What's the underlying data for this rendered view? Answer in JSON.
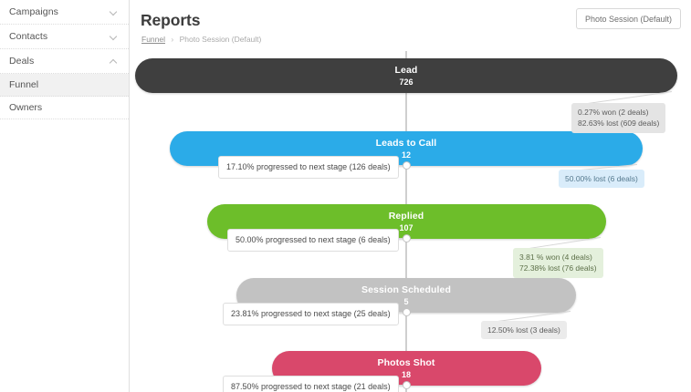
{
  "sidebar": {
    "groups": [
      {
        "label": "Campaigns",
        "icon": "chevron-down-icon",
        "expanded": false
      },
      {
        "label": "Contacts",
        "icon": "chevron-down-icon",
        "expanded": false
      },
      {
        "label": "Deals",
        "icon": "chevron-up-icon",
        "expanded": true
      }
    ],
    "subitems": [
      {
        "label": "Funnel",
        "active": true
      },
      {
        "label": "Owners",
        "active": false
      }
    ]
  },
  "header": {
    "title": "Reports",
    "breadcrumb": {
      "root": "Funnel",
      "separator": "›",
      "current": "Photo Session (Default)"
    },
    "report_selector": {
      "label": "Photo Session (Default)",
      "icon": "dropdown"
    }
  },
  "chart_data": {
    "type": "funnel",
    "title": "Photo Session (Default)",
    "stages": [
      {
        "name": "Lead",
        "value": "726",
        "color": "#3f3f3f",
        "progress": "17.10% progressed to next stage (126 deals)",
        "outcome": [
          "0.27% won (2 deals)",
          "82.63% lost (609 deals)"
        ],
        "outcome_style": "c-dark"
      },
      {
        "name": "Leads to Call",
        "value": "12",
        "color": "#2babe8",
        "progress": "50.00% progressed to next stage (6 deals)",
        "outcome": [
          "50.00% lost (6 deals)"
        ],
        "outcome_style": "c-blue"
      },
      {
        "name": "Replied",
        "value": "107",
        "color": "#6dbe2a",
        "progress": "23.81% progressed to next stage (25 deals)",
        "outcome": [
          "3.81 % won (4 deals)",
          "72.38% lost (76 deals)"
        ],
        "outcome_style": "c-green"
      },
      {
        "name": "Session Scheduled",
        "value": "5",
        "color": "#c2c2c2",
        "progress": "87.50% progressed to next stage (21 deals)",
        "outcome": [
          "12.50% lost (3 deals)"
        ],
        "outcome_style": "c-grey"
      },
      {
        "name": "Photos Shot",
        "value": "18",
        "color": "#d9486b",
        "progress": "",
        "outcome": [],
        "outcome_style": ""
      }
    ]
  }
}
